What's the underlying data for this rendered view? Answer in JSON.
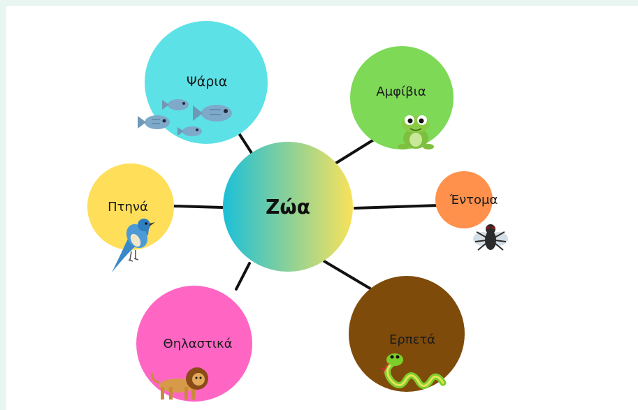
{
  "center": {
    "label": "Ζώα",
    "gradient": [
      "#1bbfd8",
      "#f9e25a"
    ]
  },
  "nodes": [
    {
      "id": "fish",
      "label": "Ψάρια",
      "color": "#5ce1e6",
      "icon": "fish-icon"
    },
    {
      "id": "amphibians",
      "label": "Αμφίβια",
      "color": "#7ed957",
      "icon": "frog-icon"
    },
    {
      "id": "insects",
      "label": "Έντομα",
      "color": "#ff914d",
      "icon": "fly-icon"
    },
    {
      "id": "reptiles",
      "label": "Ερπετά",
      "color": "#7f4b0b",
      "icon": "snake-icon"
    },
    {
      "id": "mammals",
      "label": "Θηλαστικά",
      "color": "#ff66c4",
      "icon": "lion-icon"
    },
    {
      "id": "birds",
      "label": "Πτηνά",
      "color": "#ffde59",
      "icon": "bird-icon"
    }
  ],
  "connector_color": "#111111"
}
